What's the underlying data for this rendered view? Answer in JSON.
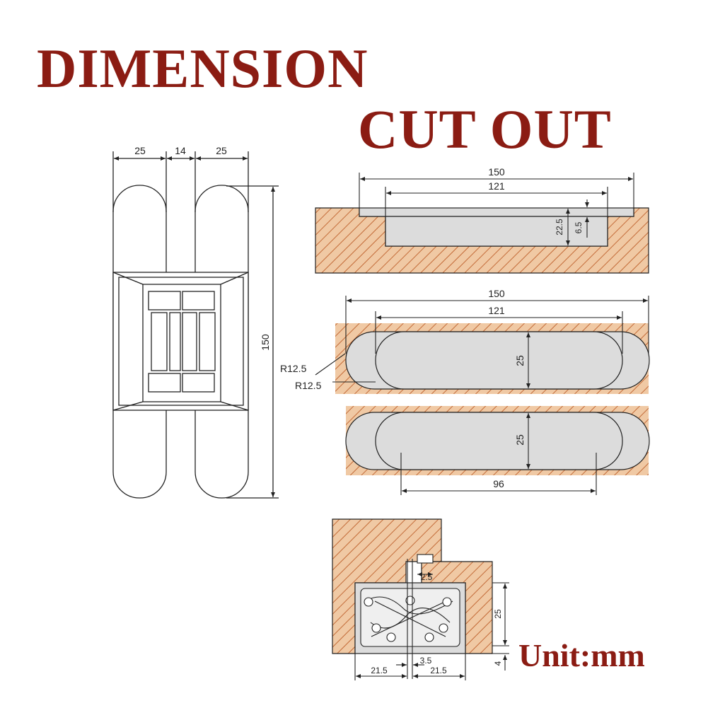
{
  "title_line1": "DIMENSION",
  "title_line2": "CUT OUT",
  "unit_label": "Unit:mm",
  "colors": {
    "title": "#8b1c13",
    "hatch_fill": "#f0c9a4",
    "hatch_line": "#b8531d",
    "recess": "#dcdcdc",
    "line": "#222222"
  },
  "hinge_view": {
    "dim_left": "25",
    "dim_middle": "14",
    "dim_right": "25",
    "dim_height": "150"
  },
  "cutout_side": {
    "dim_total": "150",
    "dim_inner": "121",
    "dim_depth": "22.5",
    "dim_flange": "6.5"
  },
  "cutout_top": {
    "dim_total": "150",
    "dim_inner": "121",
    "dim_width": "25",
    "radius_outer": "R12.5",
    "radius_inner": "R12.5"
  },
  "cutout_screw": {
    "dim_width": "25",
    "dim_screw": "96"
  },
  "section_view": {
    "dim_gap": "2.5",
    "dim_height": "25",
    "dim_offset": "4",
    "dim_left": "21.5",
    "dim_center": "3.5",
    "dim_right": "21.5"
  }
}
